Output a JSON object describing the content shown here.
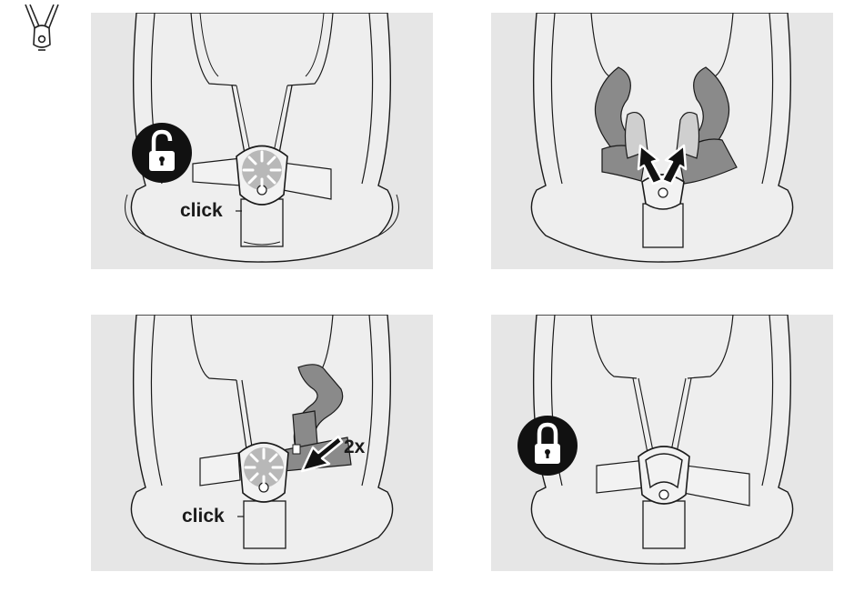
{
  "panels": [
    {
      "id": "step-1",
      "label": "click",
      "lock_state": "unlocked"
    },
    {
      "id": "step-2",
      "arrows": "up-outward"
    },
    {
      "id": "step-3",
      "label": "click",
      "count_label": "2x"
    },
    {
      "id": "step-4",
      "lock_state": "locked"
    }
  ],
  "icons": {
    "corner": "harness-buckle-icon",
    "unlocked": "unlocked-padlock-icon",
    "locked": "locked-padlock-icon"
  },
  "colors": {
    "panel_bg": "#e6e6e6",
    "line": "#1a1a1a",
    "strap": "#8a8a8a",
    "seat_fill": "#eeeeee",
    "badge": "#111111"
  }
}
